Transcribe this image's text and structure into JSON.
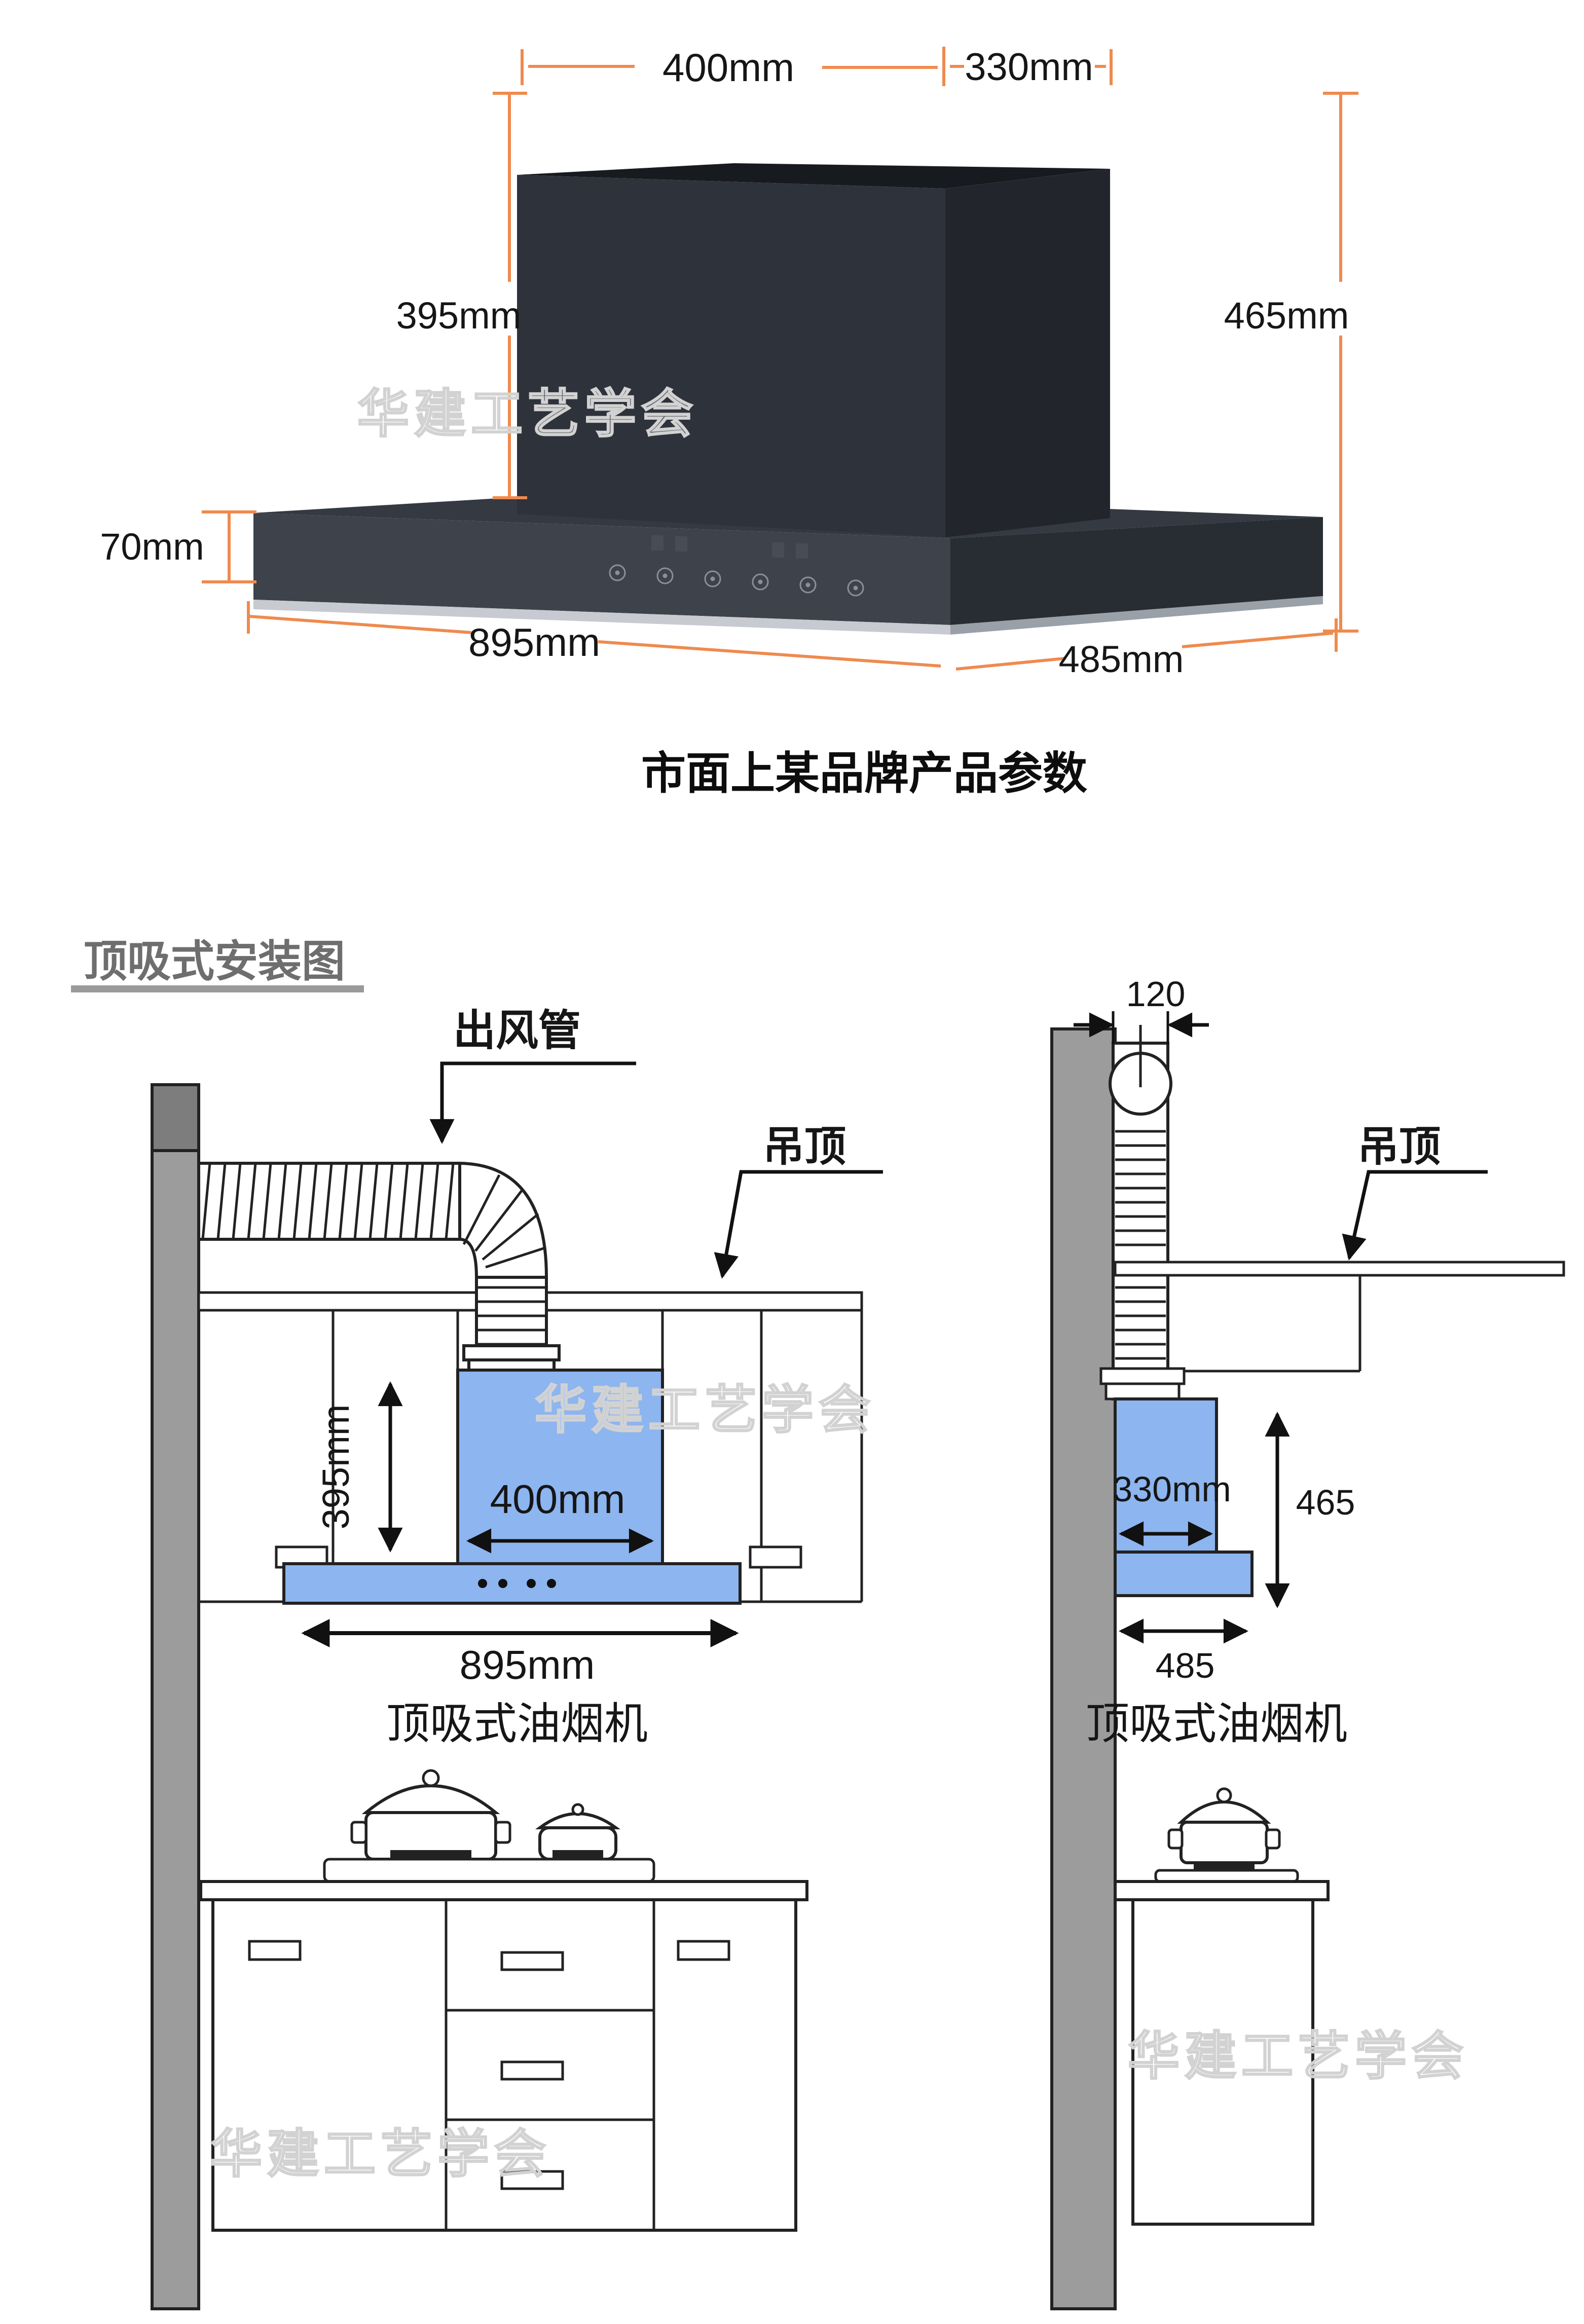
{
  "watermark": {
    "text": "华建工艺学会"
  },
  "colors": {
    "accent_orange": "#ef8a4e",
    "hood_blue": "#8db5ef",
    "wall_gray": "#9c9c9c",
    "caption_gray": "#555555",
    "title_gray": "#6e6e6e"
  },
  "product_section": {
    "caption": "市面上某品牌产品参数",
    "dimensions": {
      "top_width": "400mm",
      "top_depth": "330mm",
      "chimney_height": "395mm",
      "total_height": "465mm",
      "base_height": "70mm",
      "base_width": "895mm",
      "base_depth": "485mm"
    }
  },
  "install_section": {
    "title": "顶吸式安装图",
    "front_view": {
      "duct_label": "出风管",
      "ceiling_label": "吊顶",
      "chimney_height": "395mm",
      "chimney_width": "400mm",
      "hood_width": "895mm",
      "caption": "顶吸式油烟机"
    },
    "side_view": {
      "duct_width": "120",
      "ceiling_label": "吊顶",
      "chimney_depth": "330mm",
      "total_height": "465",
      "hood_depth": "485",
      "caption": "顶吸式油烟机"
    }
  }
}
